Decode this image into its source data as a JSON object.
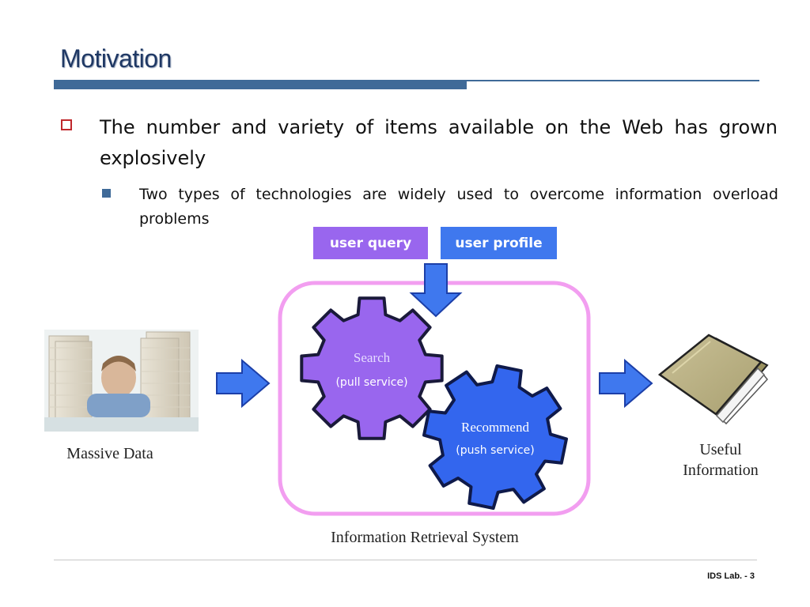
{
  "slide": {
    "title": "Motivation",
    "bullet_1": "The number and variety of items available on the Web has grown explosively",
    "bullet_2": "Two types of technologies are widely used to overcome information overload problems"
  },
  "diagram": {
    "user_query": "user query",
    "user_profile": "user profile",
    "search_label": "Search",
    "search_sub": "(pull service)",
    "recommend_label": "Recommend",
    "recommend_sub": "(push service)",
    "massive_data": "Massive Data",
    "useful_info_line1": "Useful",
    "useful_info_line2": "Information",
    "system_label": "Information Retrieval System"
  },
  "footer": {
    "page_label": "IDS Lab. - 3"
  },
  "colors": {
    "title": "#1f3864",
    "bar": "#3f6a98",
    "search_gear": "#9966ee",
    "recommend_gear": "#3366ee",
    "arrow": "#3f78ee",
    "system_frame": "#f29ef0"
  }
}
